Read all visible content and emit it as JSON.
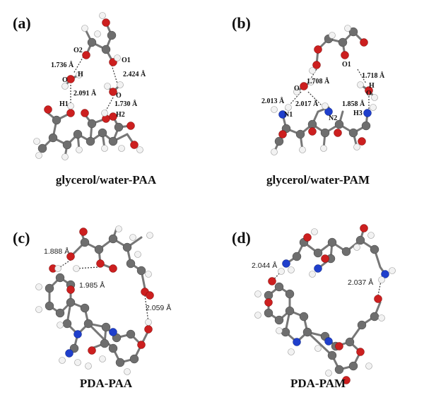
{
  "panels": [
    {
      "tag": "(a)",
      "caption": "glycerol/water-PAA",
      "atoms": [
        "O2",
        "O1",
        "H",
        "O",
        "H1",
        "O",
        "H2"
      ],
      "distances": [
        "1.736 Å",
        "2.424 Å",
        "2.091 Å",
        "1.730 Å"
      ]
    },
    {
      "tag": "(b)",
      "caption": "glycerol/water-PAM",
      "atoms": [
        "O",
        "O1",
        "H",
        "O",
        "N1",
        "N2",
        "H3"
      ],
      "distances": [
        "1.708 Å",
        "1.718 Å",
        "2.013 Å",
        "2.017 Å",
        "1.858 Å"
      ]
    },
    {
      "tag": "(c)",
      "caption": "PDA-PAA",
      "distances": [
        "1.888 Å",
        "1.985 Å",
        "2.059 Å"
      ]
    },
    {
      "tag": "(d)",
      "caption": "PDA-PAM",
      "distances": [
        "2.044 Å",
        "2.037 Å"
      ]
    }
  ],
  "colors": {
    "carbon": "#6e6e6e",
    "oxygen": "#cc1f1f",
    "nitrogen": "#1f3fcc",
    "hydrogen": "#f2f2f2"
  }
}
